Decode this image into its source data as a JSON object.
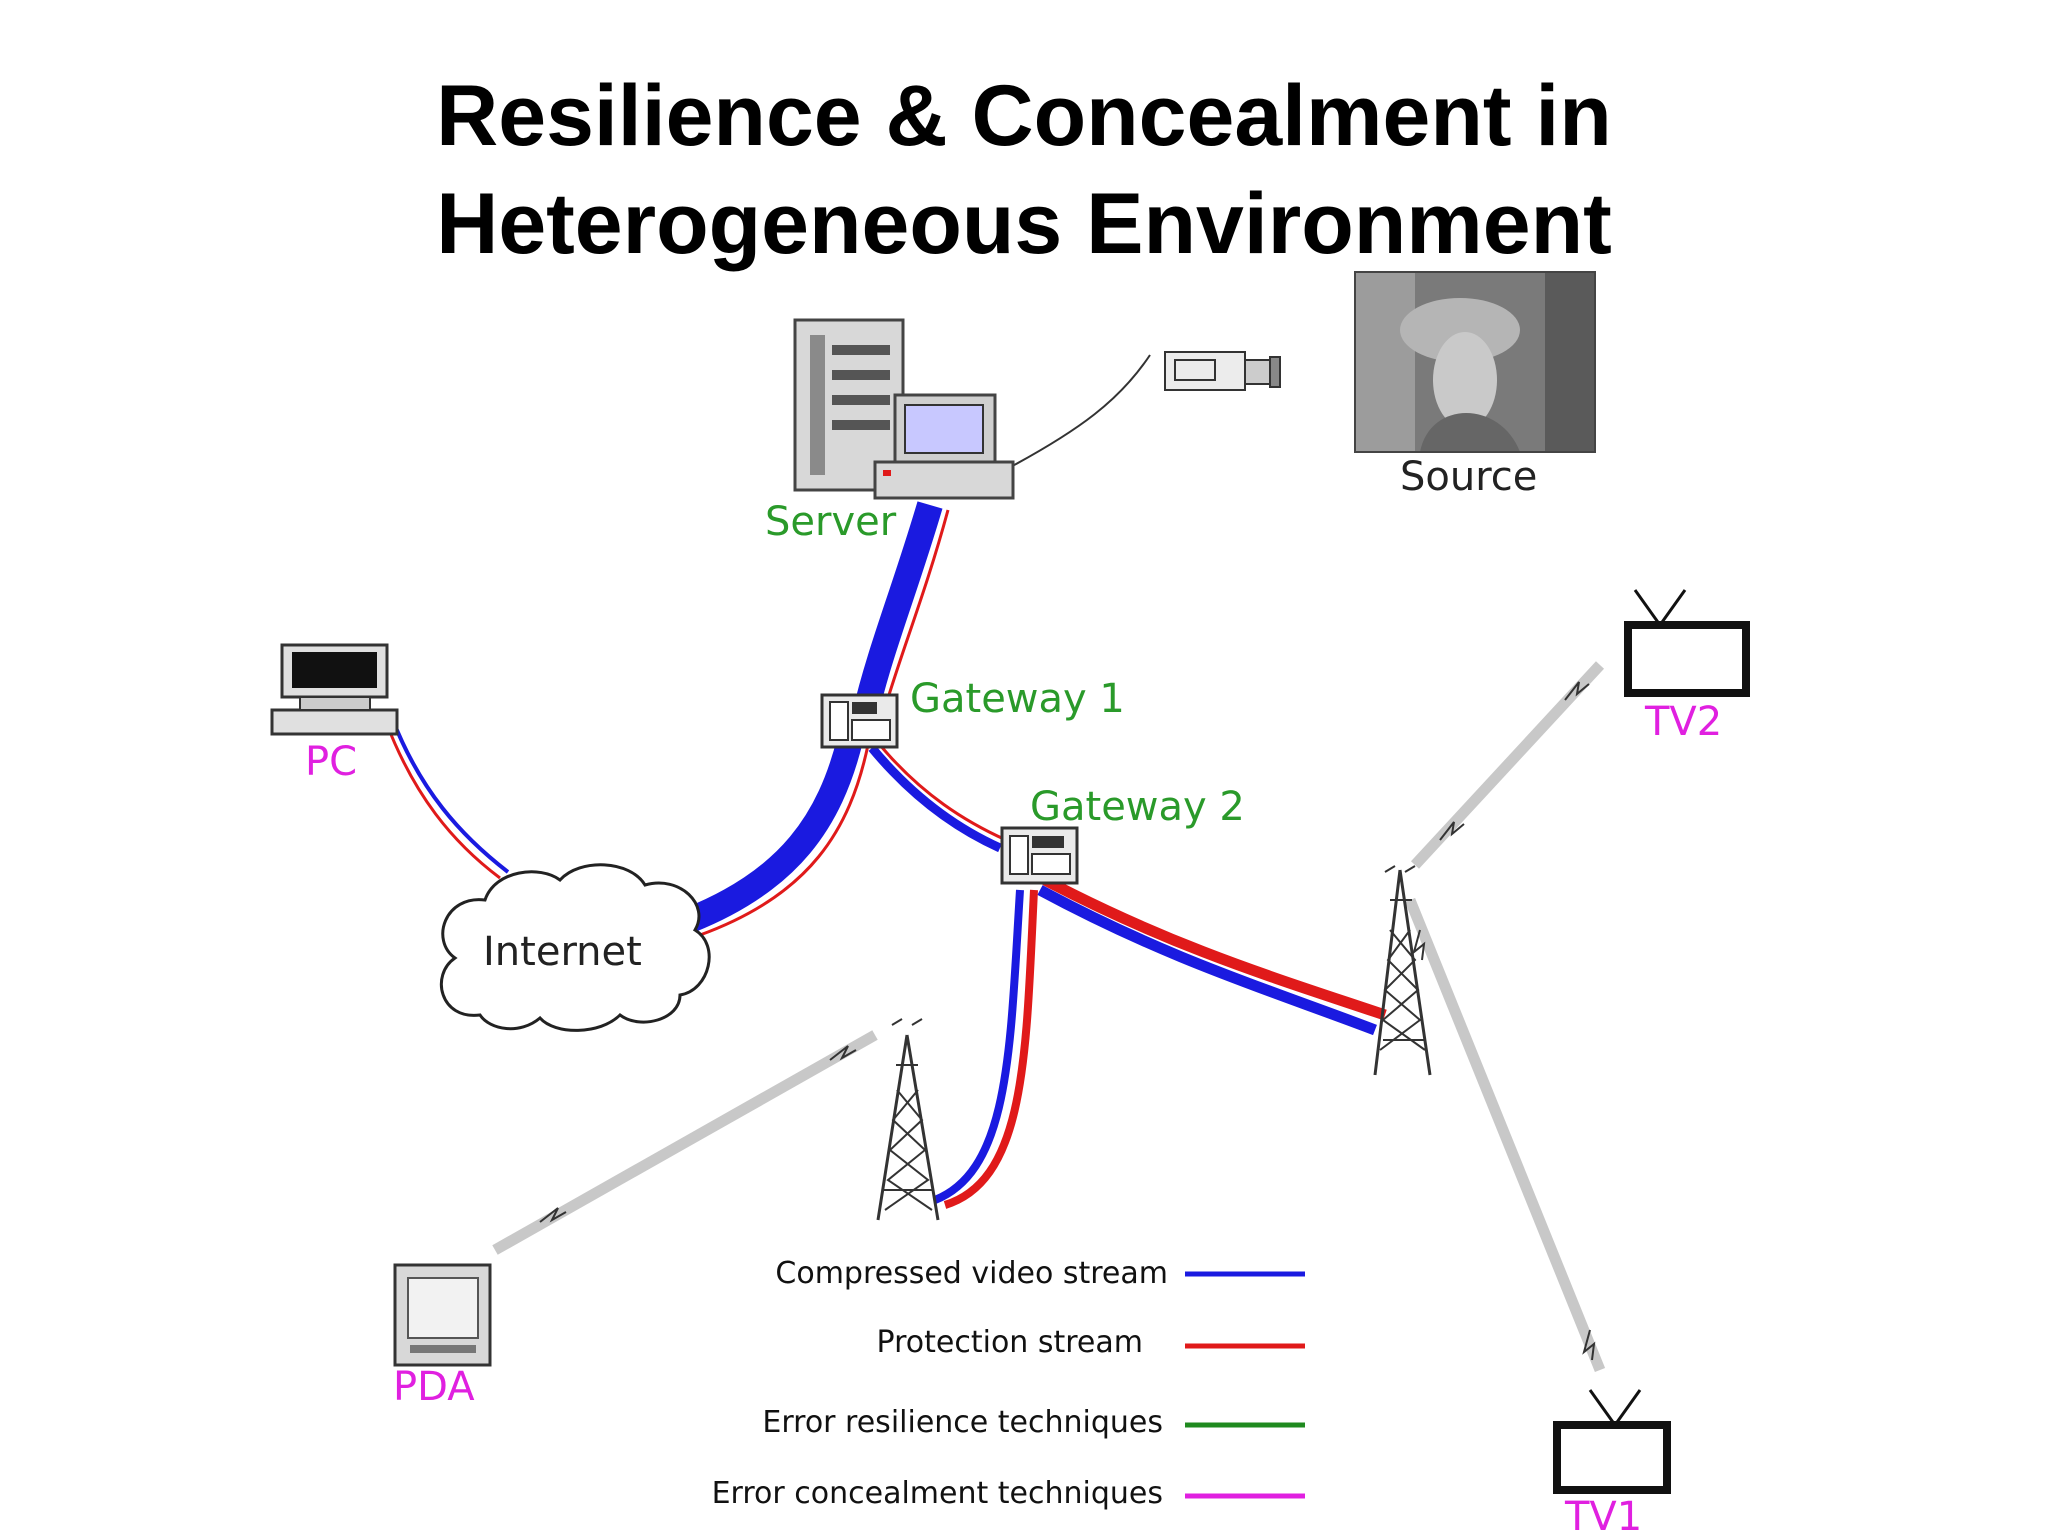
{
  "title": {
    "line1": "Resilience & Concealment in",
    "line2": "Heterogeneous Environment"
  },
  "nodes": {
    "server": "Server",
    "gateway1": "Gateway 1",
    "gateway2": "Gateway 2",
    "pc": "PC",
    "internet": "Internet",
    "pda": "PDA",
    "tv1": "TV1",
    "tv2": "TV2",
    "source": "Source"
  },
  "legend": [
    {
      "label": "Compressed video stream",
      "color": "#1a1ae0"
    },
    {
      "label": "Protection stream",
      "color": "#e01a1a"
    },
    {
      "label": "Error resilience techniques",
      "color": "#1f8a1f"
    },
    {
      "label": "Error concealment techniques",
      "color": "#e020e0"
    }
  ],
  "colors": {
    "video": "#1a1ae0",
    "protection": "#e01a1a",
    "wireless": "#c8c8c8",
    "node_label_green": "#2a9a2a",
    "node_label_magenta": "#e020e0"
  }
}
